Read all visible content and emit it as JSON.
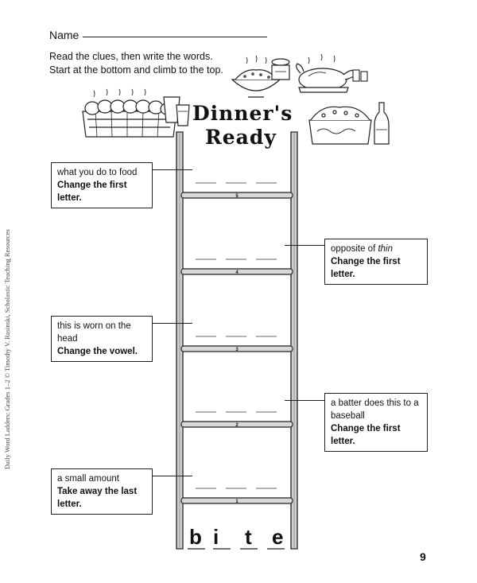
{
  "header": {
    "name_label": "Name",
    "instructions": [
      "Read the clues, then write the words.",
      "Start at the bottom and climb to the top."
    ]
  },
  "title": {
    "line1": "Dinner's",
    "line2": "Ready"
  },
  "sidebar_text": "Daily Word Ladders: Grades 1–2 © Timothy V. Rasinski, Scholastic Teaching Resources",
  "clues": [
    {
      "rung": "5",
      "text": "what you do to food",
      "instruction": "Change the first letter."
    },
    {
      "rung": "4",
      "text": "opposite of thin",
      "instruction": "Change the first letter."
    },
    {
      "rung": "3",
      "text": "this is worn on the head",
      "instruction": "Change the vowel."
    },
    {
      "rung": "2",
      "text": "a batter does this to a baseball",
      "instruction": "Change the first letter."
    },
    {
      "rung": "1",
      "text": "a small amount",
      "instruction": "Take away the last letter."
    }
  ],
  "start_word": [
    "b",
    "i",
    "t",
    "e"
  ],
  "page_number": "9"
}
